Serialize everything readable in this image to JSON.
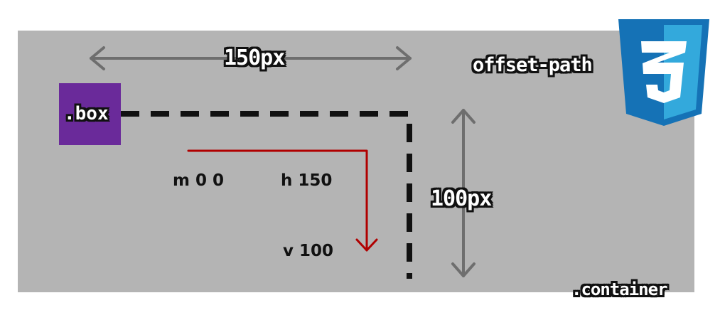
{
  "labels": {
    "width_label": "150px",
    "height_label": "100px",
    "property_label": "offset-path",
    "box_label": ".box",
    "container_label": ".container"
  },
  "path_commands": {
    "move": "m 0 0",
    "horizontal": "h 150",
    "vertical": "v 100"
  },
  "logo": {
    "name": "css3-logo",
    "lettering": "3",
    "color_dark": "#1572b6",
    "color_light": "#33a9dc"
  },
  "colors": {
    "container": "#b4b4b4",
    "box": "#6a2a9a",
    "path_arrow": "#b00000",
    "dimension_arrow": "#6e6e6e"
  }
}
